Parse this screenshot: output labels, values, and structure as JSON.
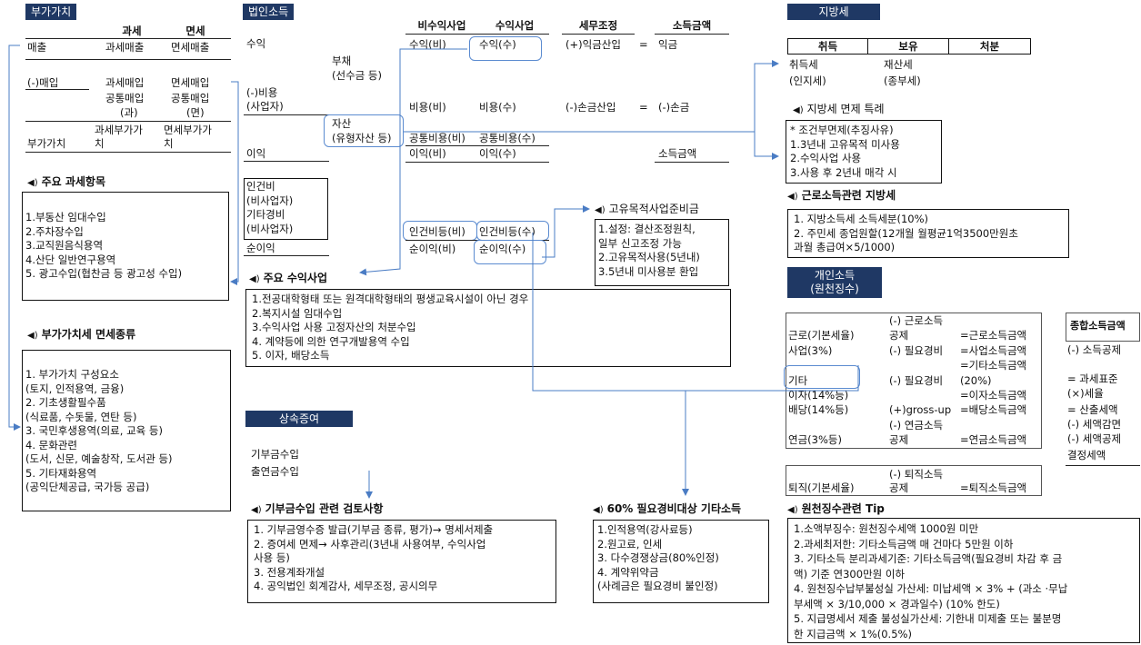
{
  "vat": {
    "title": "부가가치",
    "col_taxable": "과세",
    "col_exempt": "면세",
    "sales_label": "매출",
    "sales_taxable": "과세매출",
    "sales_exempt": "면세매출",
    "purchase_label": "(-)매입",
    "purchase_taxable": "과세매입",
    "purchase_exempt": "면세매입",
    "common_taxable_1": "공통매입",
    "common_taxable_2": "(과)",
    "common_exempt_1": "공통매입",
    "common_exempt_2": "(면)",
    "value_label": "부가가치",
    "value_taxable_1": "과세부가가",
    "value_taxable_2": "치",
    "value_exempt_1": "면세부가가",
    "value_exempt_2": "치",
    "main_items_title": "주요 과세항목",
    "main_items": [
      "1.부동산 임대수입",
      "2.주차장수입",
      "3.교직원음식용역",
      "4.산단 일반연구용역",
      "5. 광고수입(협찬금 등 광고성 수입)"
    ],
    "exempt_title": "부가가치세 면세종류",
    "exempt_items": [
      "1. 부가가치 구성요소",
      "(토지, 인적용역, 금융)",
      "2. 기초생활필수품",
      "(식료품, 수돗물, 연탄 등)",
      "3. 국민후생용역(의료, 교육 등)",
      "4. 문화관련",
      "(도서, 신문, 예술창작, 도서관 등)",
      "5. 기타재화용역",
      "(공익단체공급, 국가등 공급)"
    ]
  },
  "corp": {
    "title": "법인소득",
    "col_nonprofit": "비수익사업",
    "col_profit": "수익사업",
    "col_adjust": "세무조정",
    "col_income": "소득금액",
    "revenue": "수익",
    "liability_1": "부채",
    "liability_2": "(선수금 등)",
    "cost_1": "(-)비용",
    "cost_2": "(사업자)",
    "asset_1": "자산",
    "asset_2": "(유형자산 등)",
    "profit": "이익",
    "labor_1": "인건비",
    "labor_2": "(비사업자)",
    "other_1": "기타경비",
    "other_2": "(비사업자)",
    "net_profit": "순이익",
    "rev_np": "수익(비)",
    "rev_p": "수익(수)",
    "adj_add": "(+)익금산입",
    "eq1": "=",
    "income_gain": "익금",
    "cost_np": "비용(비)",
    "cost_p": "비용(수)",
    "adj_sub": "(-)손금산입",
    "eq2": "=",
    "income_loss": "(-)손금",
    "common_np": "공통비용(비)",
    "common_p": "공통비용(수)",
    "profit_np": "이익(비)",
    "profit_p": "이익(수)",
    "income_total": "소득금액",
    "labor_np": "인건비등(비)",
    "labor_p": "인건비등(수)",
    "net_np": "순이익(비)",
    "net_p": "순이익(수)",
    "reserve_title": "고유목적사업준비금",
    "reserve_items": [
      "1.설정: 결산조정원칙,",
      "일부 신고조정 가능",
      "2.고유목적사용(5년내)",
      "3.5년내 미사용분 환입"
    ],
    "main_title": "주요 수익사업",
    "main_items": [
      "1.전공대학형태 또는 원격대학형태의 평생교육시설이 아닌 경우",
      "2.복지시설 임대수입",
      "3.수익사업 사용 고정자산의 처분수입",
      "4. 계약등에 의한 연구개발용역 수입",
      "5. 이자, 배당소득"
    ]
  },
  "inherit": {
    "title": "상속증여",
    "donation": "기부금수입",
    "endowment": "출연금수입",
    "review_title": "기부금수입 관련 검토사항",
    "review_items": [
      "1. 기부금영수증 발급(기부금 종류, 평가)→ 명세서제출",
      "2. 증여세 면제→ 사후관리(3년내 사용여부, 수익사업",
      "사용 등)",
      "3. 전용계좌개설",
      "4. 공익법인 회계감사, 세무조정, 공시의무"
    ]
  },
  "expense60": {
    "title": "60% 필요경비대상 기타소득",
    "items": [
      "1.인적용역(강사료등)",
      "2.원고료, 인세",
      "3. 다수경쟁상금(80%인정)",
      "4. 계약위약금",
      "(사례금은 필요경비 불인정)"
    ]
  },
  "local": {
    "title": "지방세",
    "col_acquire": "취득",
    "col_hold": "보유",
    "col_dispose": "처분",
    "acq_tax": "취득세",
    "acq_tax_sub": "(인지세)",
    "prop_tax": "재산세",
    "prop_tax_sub": "(종부세)",
    "exempt_title": "지방세 면제 특례",
    "exempt_items": [
      "* 조건부면제(추징사유)",
      "1.3년내 고유목적 미사용",
      "2.수익사업 사용",
      "3.사용 후 2년내 매각 시"
    ],
    "earned_title": "근로소득관련 지방세",
    "earned_items": [
      "1. 지방소득세 소득세분(10%)",
      "2. 주민세 종업원할(12개월 월평균1억3500만원초",
      "과월 총급여×5/1000)"
    ]
  },
  "personal": {
    "title_1": "개인소득",
    "title_2": "(원천징수)",
    "rows": [
      {
        "label": "",
        "ded": "(-) 근로소득",
        "res": ""
      },
      {
        "label": "근로(기본세율)",
        "ded": "공제",
        "res": "=근로소득금액"
      },
      {
        "label": "사업(3%)",
        "ded": "(-) 필요경비",
        "res": "=사업소득금액"
      },
      {
        "label": "",
        "ded": "",
        "res": "=기타소득금액"
      },
      {
        "label": "기타",
        "ded": "(-) 필요경비",
        "res": "(20%)"
      },
      {
        "label": "이자(14%등)",
        "ded": "",
        "res": "=이자소득금액"
      },
      {
        "label": "배당(14%등)",
        "ded": "(+)gross-up",
        "res": "=배당소득금액"
      },
      {
        "label": "",
        "ded": "(-) 연금소득",
        "res": ""
      },
      {
        "label": "연금(3%등)",
        "ded": "공제",
        "res": "=연금소득금액"
      }
    ],
    "ret_ded_1": "(-) 퇴직소득",
    "ret_label": "퇴직(기본세율)",
    "ret_ded_2": "공제",
    "ret_res": "=퇴직소득금액",
    "global_title": "종합소득금액",
    "global_items": [
      "(-) 소득공제",
      "",
      "= 과세표준",
      "(×)세율",
      "= 산출세액",
      "(-) 세액감면",
      "(-) 세액공제",
      "결정세액"
    ]
  },
  "withholding": {
    "title": "원천징수관련 Tip",
    "items": [
      "1.소액부징수: 원천징수세액 1000원 미만",
      "2.과세최저한: 기타소득금액 매 건마다 5만원 이하",
      "3. 기타소득 분리과세기준: 기타소득금액(필요경비 차감 후 금",
      "액) 기준 연300만원 이하",
      "4. 원천징수납부불성실 가산세: 미납세액 × 3% + (과소 ·무납",
      "부세액 × 3/10,000 × 경과일수) (10% 한도)",
      "5. 지급명세서 제출 불성실가산세: 기한내 미제출 또는 불분명",
      "한 지급금액 × 1%(0.5%)"
    ]
  }
}
